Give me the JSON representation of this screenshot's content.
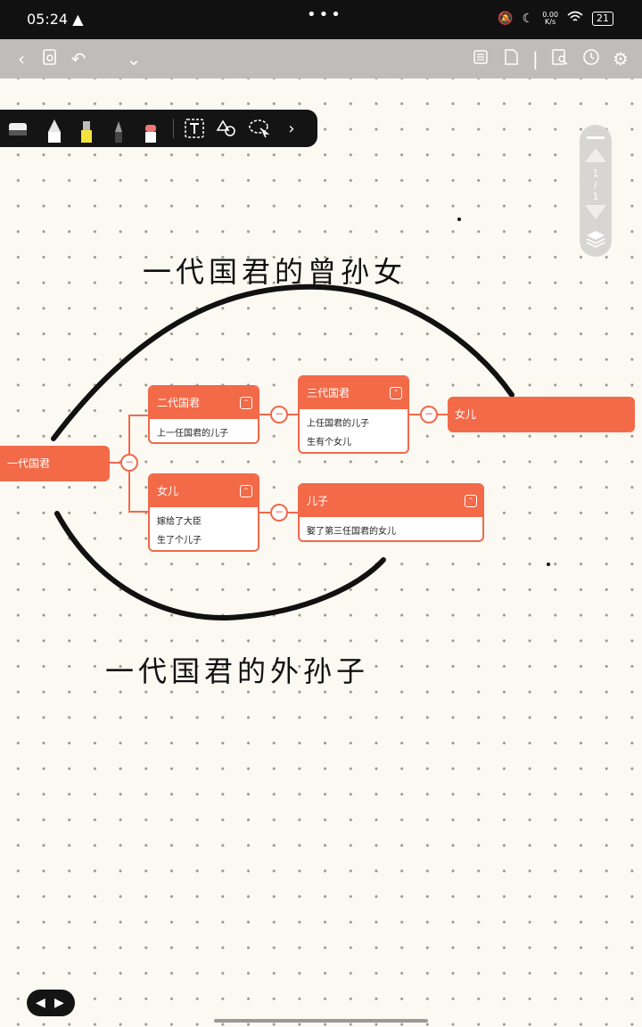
{
  "status_bar": {
    "time": "05:24",
    "net_speed_top": "0.00",
    "net_speed_bottom": "K/s",
    "battery": "21"
  },
  "title_handwriting": {
    "top": "一代国君的曾孙女",
    "bottom": "一代国君的外孙子"
  },
  "mindmap": {
    "root": {
      "label": "一代国君"
    },
    "second_ruler": {
      "title": "二代国君",
      "lines": [
        "上一任国君的儿子"
      ]
    },
    "third_ruler": {
      "title": "三代国君",
      "lines": [
        "上任国君的儿子",
        "生有个女儿"
      ]
    },
    "daughter_leaf": {
      "label": "女儿"
    },
    "daughter": {
      "title": "女儿",
      "lines": [
        "嫁给了大臣",
        "生了个儿子"
      ]
    },
    "son": {
      "title": "儿子",
      "lines": [
        "娶了第三任国君的女儿"
      ]
    }
  },
  "side_pager": {
    "current": "1",
    "total": "1"
  },
  "colors": {
    "node": "#f36a48",
    "ink": "#111111",
    "canvas": "#fcf9f3"
  }
}
